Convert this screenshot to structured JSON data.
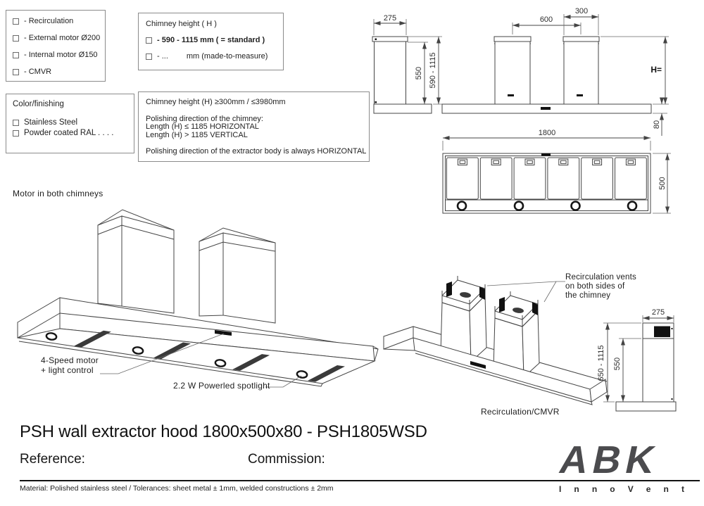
{
  "panels": {
    "options": {
      "items": [
        "-  Recirculation",
        "-  External motor Ø200",
        "-  Internal motor Ø150",
        "-  CMVR"
      ]
    },
    "chimney_height": {
      "title": "Chimney height  ( H )",
      "standard": "-  590 - 1115 mm ( = standard )",
      "custom_prefix": "-  ...",
      "custom_suffix": "mm (made-to-measure)"
    },
    "color_finishing": {
      "title": "Color/finishing",
      "items": [
        "Stainless Steel",
        "Powder coated RAL  . . . ."
      ]
    },
    "spec": {
      "line1": "Chimney height (H) ≥300mm / ≤3980mm",
      "line2": "Polishing direction of the chimney:",
      "line3": "Length (H) ≤ 1185 HORIZONTAL",
      "line4": "Length (H) > 1185 VERTICAL",
      "line5": "Polishing direction of the extractor body is always HORIZONTAL"
    }
  },
  "labels": {
    "motor_both": "Motor in both chimneys",
    "speed_motor_1": "4-Speed motor",
    "speed_motor_2": "+ light control",
    "spotlight": "2.2 W Powerled spotlight",
    "recirc_vents_1": "Recirculation vents",
    "recirc_vents_2": "on both sides of",
    "recirc_vents_3": "the chimney",
    "recirc_cmvr": "Recirculation/CMVR"
  },
  "dimensions": {
    "side_top": {
      "width": "275",
      "cap_to_base": "550",
      "range": "590 - 1115"
    },
    "front": {
      "spacing": "600",
      "chimney_width": "300",
      "height_label": "H=",
      "body_height": "80"
    },
    "bottom_view": {
      "width": "1800",
      "depth": "500"
    },
    "side_recirc": {
      "width": "275",
      "range": "650 - 1115",
      "inner": "550"
    }
  },
  "footer": {
    "title": "PSH wall extractor hood 1800x500x80  - PSH1805WSD",
    "reference": "Reference:",
    "commission": "Commission:",
    "material": "Material: Polished stainless steel   /   Tolerances:  sheet metal  ± 1mm, welded constructions   ± 2mm",
    "logo": "ABK",
    "logo_sub": [
      "I",
      "n",
      "n",
      "o",
      "V",
      "e",
      "n",
      "t"
    ]
  }
}
